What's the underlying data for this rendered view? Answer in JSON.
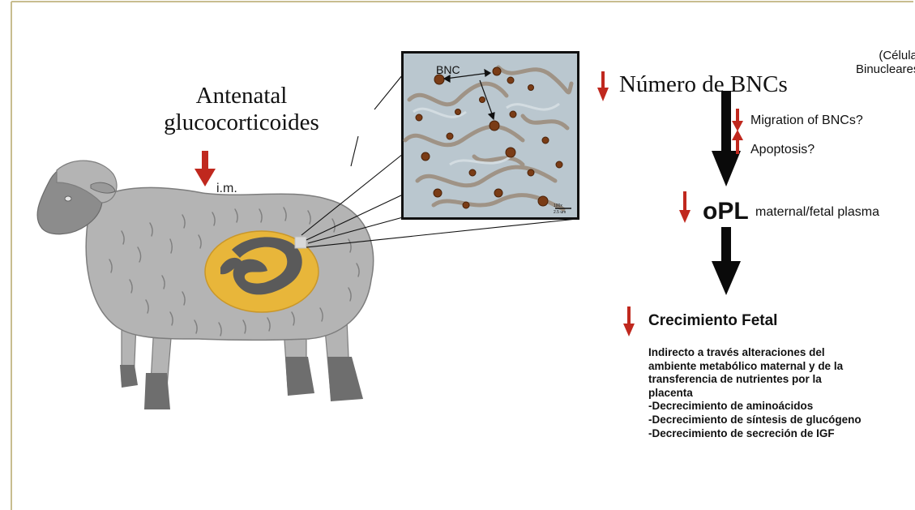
{
  "left": {
    "title_lines": [
      "Antenatal",
      "glucocorticoides"
    ],
    "route_label": "i.m."
  },
  "micrograph": {
    "label": "BNC",
    "scale_magnification": "100x",
    "scale_bar": "2.5 um"
  },
  "right": {
    "main_effect": "Número de BNCs",
    "note_lines": [
      "(Células",
      "Binucleares)"
    ],
    "sub_effects": [
      {
        "text": "Migration of BNCs?",
        "direction": "down"
      },
      {
        "text": "Apoptosis?",
        "direction": "up"
      }
    ],
    "hormone": "oPL",
    "hormone_context": "maternal/fetal plasma",
    "outcome": "Crecimiento Fetal",
    "explanation_lines": [
      "Indirecto a través alteraciones del",
      "ambiente metabólico maternal y de la",
      "transferencia de nutrientes por la",
      "placenta",
      "-Decrecimiento de aminoácidos",
      "-Decrecimiento de síntesis de glucógeno",
      "-Decrecimiento de secreción de IGF"
    ]
  },
  "colors": {
    "frame": "#c8bd8f",
    "arrow_red": "#c0281e",
    "arrow_black": "#0a0a0a",
    "sheep_body": "#b4b4b4",
    "sheep_dark": "#6e6e6e",
    "uterus_yellow": "#e8b63a",
    "fetus_gray": "#5a5a5a",
    "tissue_blue": "#b9c6cf",
    "cell_brown": "#7a3c16"
  }
}
